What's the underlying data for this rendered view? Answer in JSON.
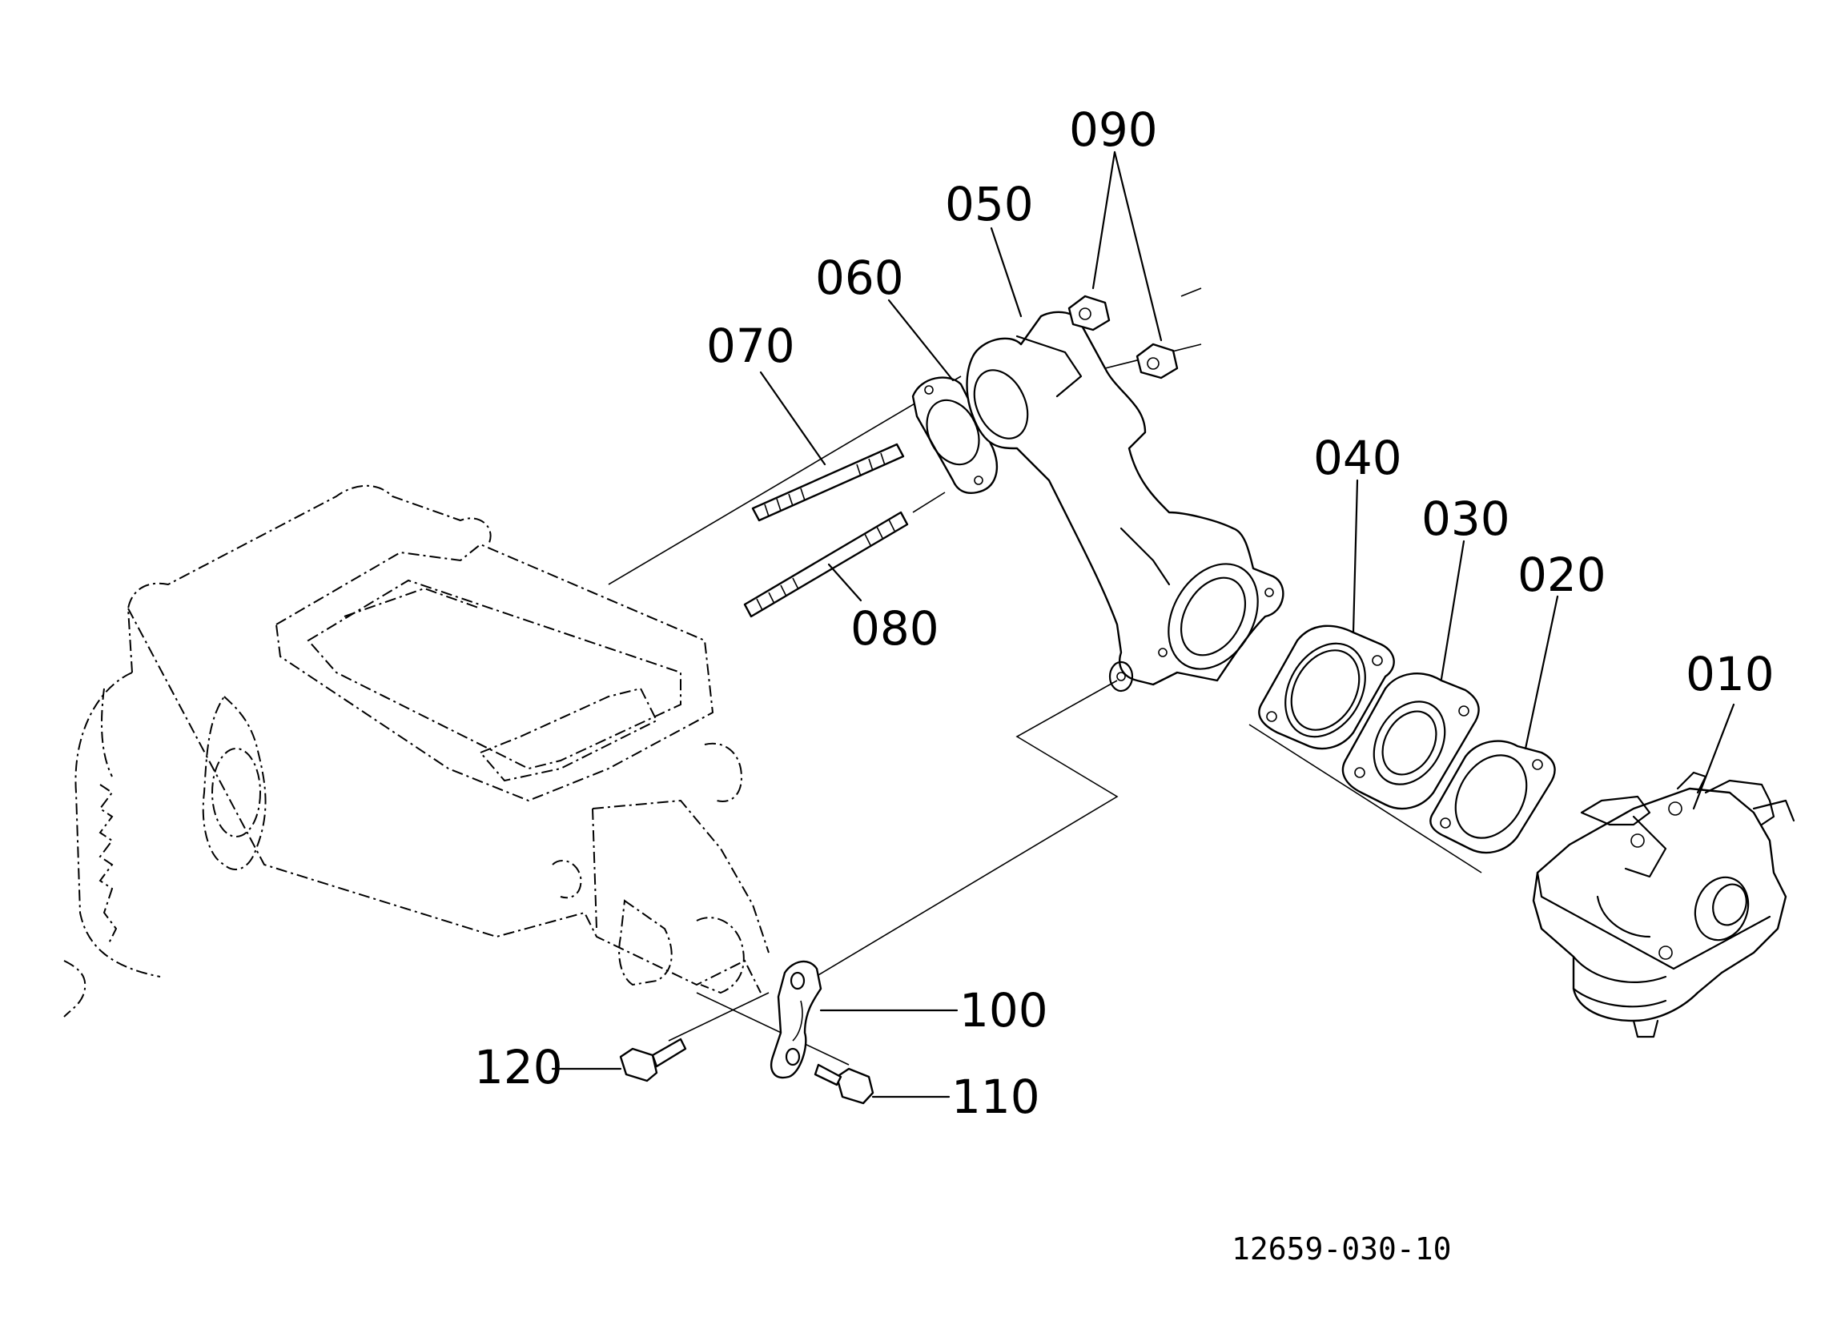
{
  "callouts": [
    {
      "id": "090",
      "text": "090"
    },
    {
      "id": "050",
      "text": "050"
    },
    {
      "id": "060",
      "text": "060"
    },
    {
      "id": "070",
      "text": "070"
    },
    {
      "id": "080",
      "text": "080"
    },
    {
      "id": "040",
      "text": "040"
    },
    {
      "id": "030",
      "text": "030"
    },
    {
      "id": "020",
      "text": "020"
    },
    {
      "id": "010",
      "text": "010"
    },
    {
      "id": "100",
      "text": "100"
    },
    {
      "id": "110",
      "text": "110"
    },
    {
      "id": "120",
      "text": "120"
    }
  ],
  "drawing_number": "12659-030-10"
}
